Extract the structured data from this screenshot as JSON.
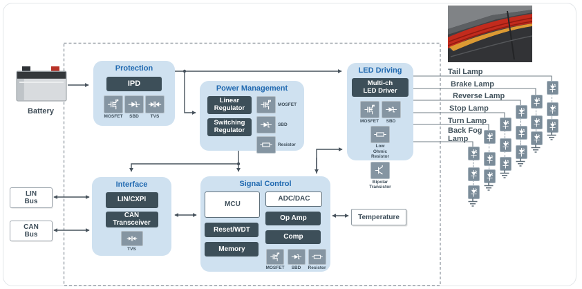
{
  "battery": {
    "label": "Battery"
  },
  "buses": [
    {
      "label": "LIN\nBus"
    },
    {
      "label": "CAN\nBus"
    }
  ],
  "blocks": {
    "protection": {
      "title": "Protection",
      "chips": [
        {
          "label": "IPD",
          "variant": "dark"
        }
      ],
      "components": [
        {
          "icon": "mosfet",
          "label": "MOSFET"
        },
        {
          "icon": "sbd",
          "label": "SBD"
        },
        {
          "icon": "tvs",
          "label": "TVS"
        }
      ]
    },
    "power_management": {
      "title": "Power Management",
      "chips": [
        {
          "label": "Linear\nRegulator",
          "variant": "dark"
        },
        {
          "label": "Switching\nRegulator",
          "variant": "dark"
        }
      ],
      "components": [
        {
          "icon": "mosfet",
          "label": "MOSFET"
        },
        {
          "icon": "sbd",
          "label": "SBD"
        },
        {
          "icon": "resistor",
          "label": "Resistor"
        }
      ]
    },
    "led_driving": {
      "title": "LED Driving",
      "chips": [
        {
          "label": "Multi-ch\nLED Driver",
          "variant": "dark"
        }
      ],
      "components": [
        {
          "icon": "mosfet",
          "label": "MOSFET"
        },
        {
          "icon": "sbd",
          "label": "SBD"
        },
        {
          "icon": "resistor",
          "label": "Low\nOhmic\nResistor"
        },
        {
          "icon": "bjt",
          "label": "Bipolar\nTransistor"
        }
      ]
    },
    "interface": {
      "title": "Interface",
      "chips": [
        {
          "label": "LIN/CXPI",
          "variant": "dark"
        },
        {
          "label": "CAN\nTransceiver",
          "variant": "dark"
        }
      ],
      "components": [
        {
          "icon": "tvs",
          "label": "TVS"
        }
      ]
    },
    "signal_control": {
      "title": "Signal Control",
      "left_chips": [
        {
          "label": "MCU",
          "variant": "white"
        },
        {
          "label": "Reset/WDT",
          "variant": "dark"
        },
        {
          "label": "Memory",
          "variant": "dark"
        }
      ],
      "right_chips": [
        {
          "label": "ADC/DAC",
          "variant": "white"
        },
        {
          "label": "Op Amp",
          "variant": "dark"
        },
        {
          "label": "Comp",
          "variant": "dark"
        }
      ],
      "components": [
        {
          "icon": "mosfet",
          "label": "MOSFET"
        },
        {
          "icon": "sbd",
          "label": "SBD"
        },
        {
          "icon": "resistor",
          "label": "Resistor"
        }
      ]
    }
  },
  "temperature": {
    "label": "Temperature"
  },
  "lamps": [
    {
      "label": "Tail Lamp",
      "leds": 3
    },
    {
      "label": "Brake Lamp",
      "leds": 3
    },
    {
      "label": "Reverse Lamp",
      "leds": 3
    },
    {
      "label": "Stop Lamp",
      "leds": 3
    },
    {
      "label": "Turn Lamp",
      "leds": 3
    },
    {
      "label": "Back Fog\nLamp",
      "leds": 3
    }
  ],
  "colors": {
    "accent_blue": "#2069b0",
    "block_bg": "#cfe1f0",
    "chip_dark": "#3d4f59",
    "icon_gray": "#8595a2",
    "line": "#47525c",
    "lamp_red": "#c22b1d",
    "lamp_amber": "#dc9a33"
  }
}
